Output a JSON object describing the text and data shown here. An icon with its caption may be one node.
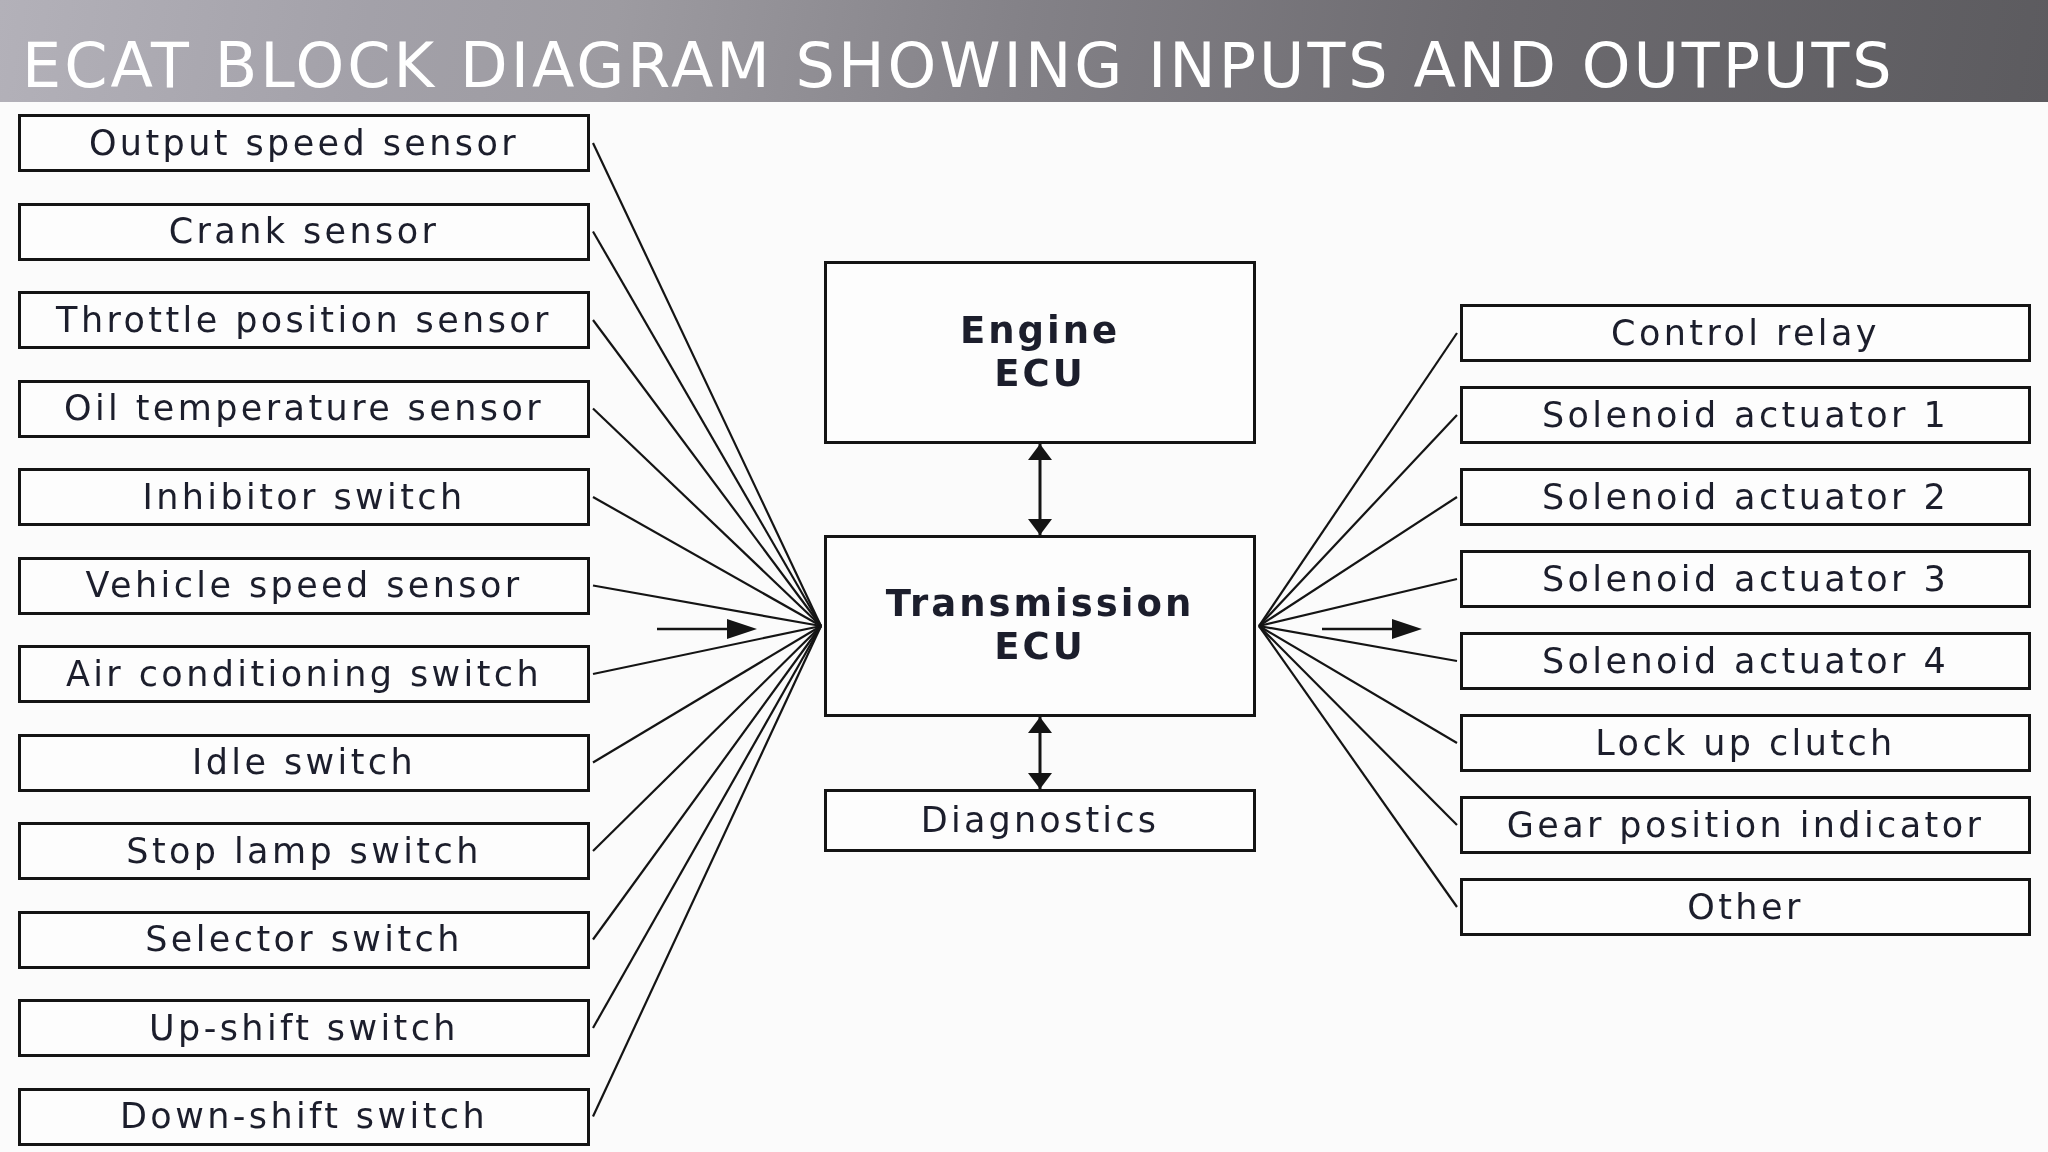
{
  "diagram": {
    "title": "ECAT BLOCK DIAGRAM SHOWING INPUTS AND OUTPUTS",
    "nodes": [
      {
        "text": [
          "Output speed sensor"
        ]
      },
      {
        "text": [
          "Crank sensor"
        ]
      },
      {
        "text": [
          "Throttle position sensor"
        ]
      },
      {
        "text": [
          "Oil temperature sensor"
        ]
      },
      {
        "text": [
          "Inhibitor switch"
        ]
      },
      {
        "text": [
          "Vehicle speed sensor"
        ]
      },
      {
        "text": [
          "Air conditioning switch"
        ]
      },
      {
        "text": [
          "Idle switch"
        ]
      },
      {
        "text": [
          "Stop lamp switch"
        ]
      },
      {
        "text": [
          "Selector switch"
        ]
      },
      {
        "text": [
          "Up-shift switch"
        ]
      },
      {
        "text": [
          "Down-shift switch"
        ]
      },
      {
        "text": [
          "Engine ECU"
        ]
      },
      {
        "text": [
          "Transmission ECU"
        ]
      },
      {
        "text": [
          "Diagnostics"
        ]
      },
      {
        "text": [
          "Control relay"
        ]
      },
      {
        "text": [
          "Solenoid actuator 1"
        ]
      },
      {
        "text": [
          "Solenoid actuator 2"
        ]
      },
      {
        "text": [
          "Solenoid actuator 3"
        ]
      },
      {
        "text": [
          "Solenoid actuator 4"
        ]
      },
      {
        "text": [
          "Lock up clutch"
        ]
      },
      {
        "text": [
          "Gear position indicator"
        ]
      },
      {
        "text": [
          "Other"
        ]
      }
    ],
    "edges": [
      {
        "from": 0,
        "to": 13,
        "arrow": "none"
      },
      {
        "from": 1,
        "to": 13,
        "arrow": "none"
      },
      {
        "from": 2,
        "to": 13,
        "arrow": "none"
      },
      {
        "from": 3,
        "to": 13,
        "arrow": "none"
      },
      {
        "from": 4,
        "to": 13,
        "arrow": "none"
      },
      {
        "from": 5,
        "to": 13,
        "arrow": "none"
      },
      {
        "from": 6,
        "to": 13,
        "arrow": "none"
      },
      {
        "from": 7,
        "to": 13,
        "arrow": "none"
      },
      {
        "from": 8,
        "to": 13,
        "arrow": "none"
      },
      {
        "from": 9,
        "to": 13,
        "arrow": "none"
      },
      {
        "from": 10,
        "to": 13,
        "arrow": "none"
      },
      {
        "from": 11,
        "to": 13,
        "arrow": "none"
      },
      {
        "from": 12,
        "to": 13,
        "arrow": "both"
      },
      {
        "from": 13,
        "to": 14,
        "arrow": "both"
      },
      {
        "from": 13,
        "to": 15,
        "arrow": "none"
      },
      {
        "from": 13,
        "to": 16,
        "arrow": "none"
      },
      {
        "from": 13,
        "to": 17,
        "arrow": "none"
      },
      {
        "from": 13,
        "to": 18,
        "arrow": "none"
      },
      {
        "from": 13,
        "to": 19,
        "arrow": "none"
      },
      {
        "from": 13,
        "to": 20,
        "arrow": "none"
      },
      {
        "from": 13,
        "to": 21,
        "arrow": "none"
      },
      {
        "from": 13,
        "to": 22,
        "arrow": "none"
      }
    ]
  }
}
